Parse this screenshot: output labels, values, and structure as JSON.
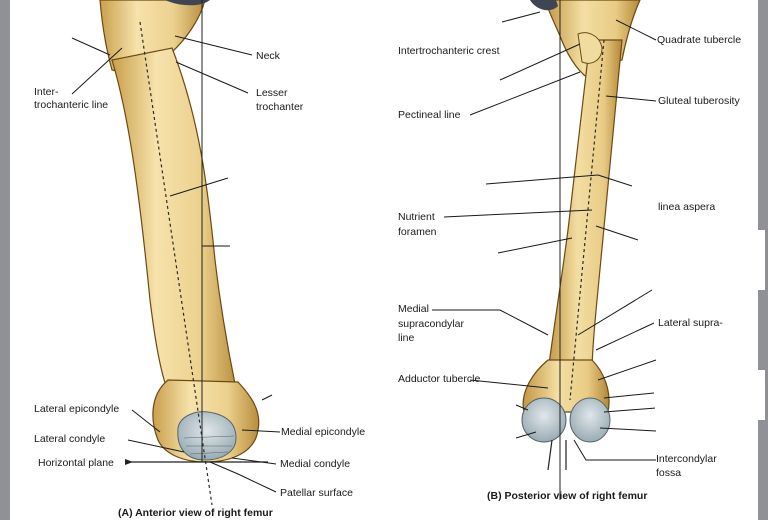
{
  "anterior": {
    "caption": "(A) Anterior view of right femur",
    "labels": {
      "neck": "Neck",
      "inter_1": "Inter-",
      "inter_2": "trochanteric line",
      "lesser_1": "Lesser",
      "lesser_2": "trochanter",
      "lateral_epicondyle": "Lateral epicondyle",
      "lateral_condyle": "Lateral condyle",
      "horizontal_plane": "Horizontal plane",
      "medial_epicondyle": "Medial epicondyle",
      "medial_condyle": "Medial condyle",
      "patellar_surface": "Patellar surface"
    }
  },
  "posterior": {
    "caption": "(B) Posterior view of right femur",
    "labels": {
      "quadrate_tubercle": "Quadrate tubercle",
      "intertrochanteric_crest": "Intertrochanteric crest",
      "pectineal_line": "Pectineal line",
      "gluteal_tuberosity": "Gluteal tuberosity",
      "linea_aspera": "linea aspera",
      "nutrient_1": "Nutrient",
      "nutrient_2": "foramen",
      "medial_supra_1": "Medial",
      "medial_supra_2": "supracondylar",
      "medial_supra_3": "line",
      "lateral_supra": "Lateral supra-",
      "adductor_tubercle": "Adductor tubercle",
      "intercondylar_1": "Intercondylar",
      "intercondylar_2": "fossa"
    }
  },
  "colors": {
    "bone": "#efd79a",
    "bone_shadow": "#c9a34f",
    "bone_outline": "#6b4a14",
    "cartilage": "#b9c6cc",
    "edge_bar": "#8f9196",
    "line": "#1a1a1a"
  }
}
